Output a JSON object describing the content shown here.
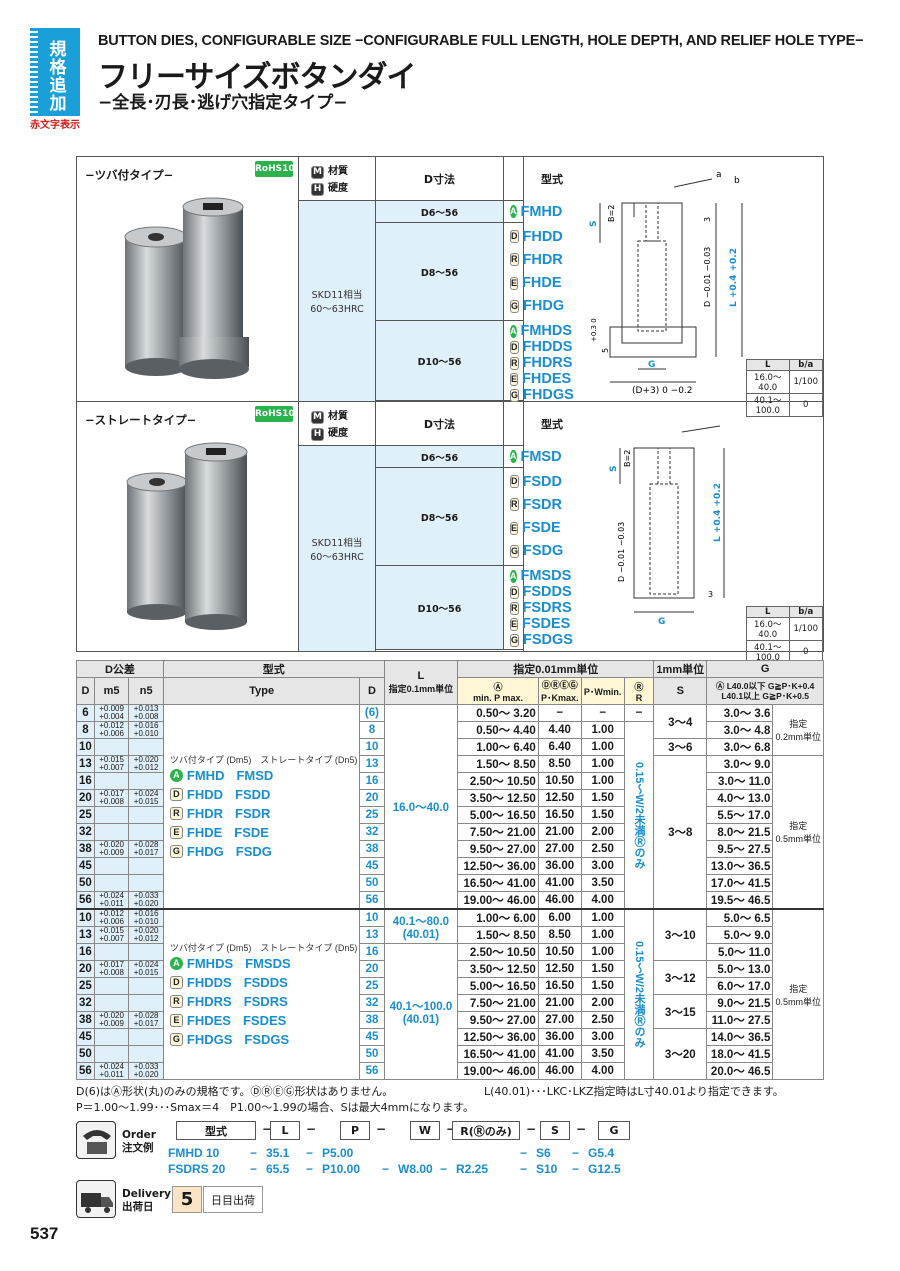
{
  "header": {
    "badge": "規格追加",
    "red_note": "赤文字表示",
    "title_en": "BUTTON DIES, CONFIGURABLE SIZE −CONFIGURABLE FULL LENGTH, HOLE DEPTH, AND RELIEF HOLE TYPE−",
    "title_jp": "フリーサイズボタンダイ",
    "subtitle_jp": "−全長･刃長･逃げ穴指定タイプ−"
  },
  "blocks": [
    {
      "label": "−ツバ付タイプ−",
      "rohs": "RoHS10",
      "col_material": "材質 / 硬度",
      "col_material_m": "M",
      "col_material_h": "H",
      "col_material_m_text": "材質",
      "col_material_h_text": "硬度",
      "col_d": "D寸法",
      "col_type": "型式",
      "material": "SKD11相当",
      "hardness": "60〜63HRC",
      "groups": [
        {
          "d": "D6〜56",
          "items": [
            {
              "tag": "A",
              "code": "FMHD"
            }
          ]
        },
        {
          "d": "D8〜56",
          "items": [
            {
              "tag": "D",
              "code": "FHDD"
            },
            {
              "tag": "R",
              "code": "FHDR"
            },
            {
              "tag": "E",
              "code": "FHDE"
            },
            {
              "tag": "G",
              "code": "FHDG"
            }
          ]
        },
        {
          "d": "D10〜56",
          "items": [
            {
              "tag": "A",
              "code": "FMHDS"
            },
            {
              "tag": "D",
              "code": "FHDDS"
            },
            {
              "tag": "R",
              "code": "FHDRS"
            },
            {
              "tag": "E",
              "code": "FHDES"
            },
            {
              "tag": "G",
              "code": "FHDGS"
            }
          ]
        }
      ],
      "drawing_table": {
        "headers": [
          "L",
          "b/a"
        ],
        "rows": [
          [
            "16.0〜40.0",
            "1/100"
          ],
          [
            "40.1〜100.0",
            "0"
          ]
        ]
      }
    },
    {
      "label": "−ストレートタイプ−",
      "rohs": "RoHS10",
      "col_material_m_text": "材質",
      "col_material_h_text": "硬度",
      "col_d": "D寸法",
      "col_type": "型式",
      "material": "SKD11相当",
      "hardness": "60〜63HRC",
      "groups": [
        {
          "d": "D6〜56",
          "items": [
            {
              "tag": "A",
              "code": "FMSD"
            }
          ]
        },
        {
          "d": "D8〜56",
          "items": [
            {
              "tag": "D",
              "code": "FSDD"
            },
            {
              "tag": "R",
              "code": "FSDR"
            },
            {
              "tag": "E",
              "code": "FSDE"
            },
            {
              "tag": "G",
              "code": "FSDG"
            }
          ]
        },
        {
          "d": "D10〜56",
          "items": [
            {
              "tag": "A",
              "code": "FMSDS"
            },
            {
              "tag": "D",
              "code": "FSDDS"
            },
            {
              "tag": "R",
              "code": "FSDRS"
            },
            {
              "tag": "E",
              "code": "FSDES"
            },
            {
              "tag": "G",
              "code": "FSDGS"
            }
          ]
        }
      ],
      "drawing_table": {
        "headers": [
          "L",
          "b/a"
        ],
        "rows": [
          [
            "16.0〜40.0",
            "1/100"
          ],
          [
            "40.1〜100.0",
            "0"
          ]
        ]
      }
    }
  ],
  "drawing_labels": {
    "a": "a",
    "b": "b",
    "S": "S",
    "B2": "B=2",
    "three": "3",
    "D_tol": "D −0.01 −0.03",
    "L_tol": "L +0.4 +0.2",
    "five": "5",
    "tol03": "+0.3 0",
    "G": "G",
    "D3": "(D+3) 0 −0.2"
  },
  "spec": {
    "h_dtol": "D公差",
    "h_type": "型式",
    "h_L": "L",
    "h_L_sub": "指定0.1mm単位",
    "h_001": "指定0.01mm単位",
    "h_1mm": "1mm単位",
    "h_G": "G",
    "h_D": "D",
    "h_m5": "m5",
    "h_n5": "n5",
    "h_Type": "Type",
    "h_D2": "D",
    "h_A": "Ⓐ",
    "h_DREG": "ⒹⓇⒺⒼ",
    "h_R": "Ⓡ",
    "h_minP": "min. P max.",
    "h_PK": "P･Kmax.",
    "h_PW": "P･Wmin.",
    "h_R2": "R",
    "h_S": "S",
    "h_G1": "Ⓐ  L40.0以下  G≧P･K+0.4",
    "h_G2": "L40.1以上  G≧P･K+0.5",
    "type_flange": "ツバ付タイプ",
    "type_straight": "ストレートタイプ",
    "type_flange_sub": "(Dm5)",
    "type_straight_sub": "(Dn5)",
    "upper_types": [
      [
        "A",
        "FMHD",
        "FMSD"
      ],
      [
        "D",
        "FHDD",
        "FSDD"
      ],
      [
        "R",
        "FHDR",
        "FSDR"
      ],
      [
        "E",
        "FHDE",
        "FSDE"
      ],
      [
        "G",
        "FHDG",
        "FSDG"
      ]
    ],
    "lower_types": [
      [
        "A",
        "FMHDS",
        "FMSDS"
      ],
      [
        "D",
        "FHDDS",
        "FSDDS"
      ],
      [
        "R",
        "FHDRS",
        "FSDRS"
      ],
      [
        "E",
        "FHDES",
        "FSDES"
      ],
      [
        "G",
        "FHDGS",
        "FSDGS"
      ]
    ],
    "upper_L": "16.0〜40.0",
    "lower_L1": "40.1〜80.0",
    "lower_L1b": "(40.01)",
    "lower_L2": "40.1〜100.0",
    "lower_L2b": "(40.01)",
    "R_note": "0.15〜W/2未満Ⓡのみ",
    "G_note1": "指定",
    "G_note1b": "0.2mm単位",
    "G_note2": "指定",
    "G_note2b": "0.5mm単位",
    "upper_rows": [
      {
        "d": "6",
        "m5": "+0.009 +0.004",
        "n5": "+0.013 +0.008",
        "d2": "(6)",
        "minp": "0.50〜 3.20",
        "pk": "−",
        "pw": "−",
        "r": "−",
        "s": "3〜4",
        "g": "3.0〜 3.6"
      },
      {
        "d": "8",
        "m5": "+0.012 +0.006",
        "n5": "+0.016 +0.010",
        "d2": "8",
        "minp": "0.50〜 4.40",
        "pk": "4.40",
        "pw": "1.00",
        "s": "",
        "g": "3.0〜 4.8"
      },
      {
        "d": "10",
        "m5": "",
        "n5": "",
        "d2": "10",
        "minp": "1.00〜 6.40",
        "pk": "6.40",
        "pw": "1.00",
        "s": "3〜6",
        "g": "3.0〜 6.8"
      },
      {
        "d": "13",
        "m5": "+0.015 +0.007",
        "n5": "+0.020 +0.012",
        "d2": "13",
        "minp": "1.50〜 8.50",
        "pk": "8.50",
        "pw": "1.00",
        "s": "",
        "g": "3.0〜 9.0"
      },
      {
        "d": "16",
        "m5": "",
        "n5": "",
        "d2": "16",
        "minp": "2.50〜 10.50",
        "pk": "10.50",
        "pw": "1.00",
        "s": "",
        "g": "3.0〜 11.0"
      },
      {
        "d": "20",
        "m5": "+0.017 +0.008",
        "n5": "+0.024 +0.015",
        "d2": "20",
        "minp": "3.50〜 12.50",
        "pk": "12.50",
        "pw": "1.50",
        "s": "",
        "g": "4.0〜 13.0"
      },
      {
        "d": "25",
        "m5": "",
        "n5": "",
        "d2": "25",
        "minp": "5.00〜 16.50",
        "pk": "16.50",
        "pw": "1.50",
        "s": "",
        "g": "5.5〜 17.0"
      },
      {
        "d": "32",
        "m5": "",
        "n5": "",
        "d2": "32",
        "minp": "7.50〜 21.00",
        "pk": "21.00",
        "pw": "2.00",
        "s": "3〜8",
        "g": "8.0〜 21.5"
      },
      {
        "d": "38",
        "m5": "+0.020 +0.009",
        "n5": "+0.028 +0.017",
        "d2": "38",
        "minp": "9.50〜 27.00",
        "pk": "27.00",
        "pw": "2.50",
        "s": "",
        "g": "9.5〜 27.5"
      },
      {
        "d": "45",
        "m5": "",
        "n5": "",
        "d2": "45",
        "minp": "12.50〜 36.00",
        "pk": "36.00",
        "pw": "3.00",
        "s": "",
        "g": "13.0〜 36.5"
      },
      {
        "d": "50",
        "m5": "",
        "n5": "",
        "d2": "50",
        "minp": "16.50〜 41.00",
        "pk": "41.00",
        "pw": "3.50",
        "s": "",
        "g": "17.0〜 41.5"
      },
      {
        "d": "56",
        "m5": "+0.024 +0.011",
        "n5": "+0.033 +0.020",
        "d2": "56",
        "minp": "19.00〜 46.00",
        "pk": "46.00",
        "pw": "4.00",
        "s": "",
        "g": "19.5〜 46.5"
      }
    ],
    "lower_rows": [
      {
        "d": "10",
        "m5": "+0.012 +0.006",
        "n5": "+0.016 +0.010",
        "d2": "10",
        "minp": "1.00〜 6.00",
        "pk": "6.00",
        "pw": "1.00",
        "g": "5.0〜 6.5"
      },
      {
        "d": "13",
        "m5": "+0.015 +0.007",
        "n5": "+0.020 +0.012",
        "d2": "13",
        "minp": "1.50〜 8.50",
        "pk": "8.50",
        "pw": "1.00",
        "g": "5.0〜 9.0"
      },
      {
        "d": "16",
        "m5": "",
        "n5": "",
        "d2": "16",
        "minp": "2.50〜 10.50",
        "pk": "10.50",
        "pw": "1.00",
        "g": "5.0〜 11.0"
      },
      {
        "d": "20",
        "m5": "+0.017 +0.008",
        "n5": "+0.024 +0.015",
        "d2": "20",
        "minp": "3.50〜 12.50",
        "pk": "12.50",
        "pw": "1.50",
        "g": "5.0〜 13.0"
      },
      {
        "d": "25",
        "m5": "",
        "n5": "",
        "d2": "25",
        "minp": "5.00〜 16.50",
        "pk": "16.50",
        "pw": "1.50",
        "g": "6.0〜 17.0"
      },
      {
        "d": "32",
        "m5": "",
        "n5": "",
        "d2": "32",
        "minp": "7.50〜 21.00",
        "pk": "21.00",
        "pw": "2.00",
        "g": "9.0〜 21.5"
      },
      {
        "d": "38",
        "m5": "+0.020 +0.009",
        "n5": "+0.028 +0.017",
        "d2": "38",
        "minp": "9.50〜 27.00",
        "pk": "27.00",
        "pw": "2.50",
        "g": "11.0〜 27.5"
      },
      {
        "d": "45",
        "m5": "",
        "n5": "",
        "d2": "45",
        "minp": "12.50〜 36.00",
        "pk": "36.00",
        "pw": "3.00",
        "g": "14.0〜 36.5"
      },
      {
        "d": "50",
        "m5": "",
        "n5": "",
        "d2": "50",
        "minp": "16.50〜 41.00",
        "pk": "41.00",
        "pw": "3.50",
        "g": "18.0〜 41.5"
      },
      {
        "d": "56",
        "m5": "+0.024 +0.011",
        "n5": "+0.033 +0.020",
        "d2": "56",
        "minp": "19.00〜 46.00",
        "pk": "46.00",
        "pw": "4.00",
        "g": "20.0〜 46.5"
      }
    ],
    "lower_s": [
      "3〜10",
      "3〜12",
      "3〜15",
      "3〜20"
    ]
  },
  "notes": {
    "n1": "D(6)はⒶ形状(丸)のみの規格です。ⒹⓇⒺⒼ形状はありません。",
    "n2": "L(40.01)･･･LKC･LKZ指定時はL寸40.01より指定できます。",
    "n3": "P＝1.00〜1.99･･･Smax＝4　P1.00〜1.99の場合、Sは最大4mmになります。"
  },
  "order": {
    "label_en": "Order",
    "label_jp": "注文例",
    "fields": [
      "型式",
      "L",
      "P",
      "W",
      "R(Ⓡのみ)",
      "S",
      "G"
    ],
    "row1": [
      "FMHD 10",
      "35.1",
      "P5.00",
      "",
      "",
      "S6",
      "G5.4"
    ],
    "row2": [
      "FSDRS 20",
      "65.5",
      "P10.00",
      "W8.00",
      "R2.25",
      "S10",
      "G12.5"
    ]
  },
  "delivery": {
    "label_en": "Delivery",
    "label_jp": "出荷日",
    "days": "5",
    "text": "日目出荷"
  },
  "page_number": "537",
  "colors": {
    "accent_blue": "#1a8ed0",
    "badge_blue": "#1a9fd8",
    "rohs_green": "#2bb24c",
    "light_blue": "#dff0fa",
    "red": "#d61a1a"
  }
}
